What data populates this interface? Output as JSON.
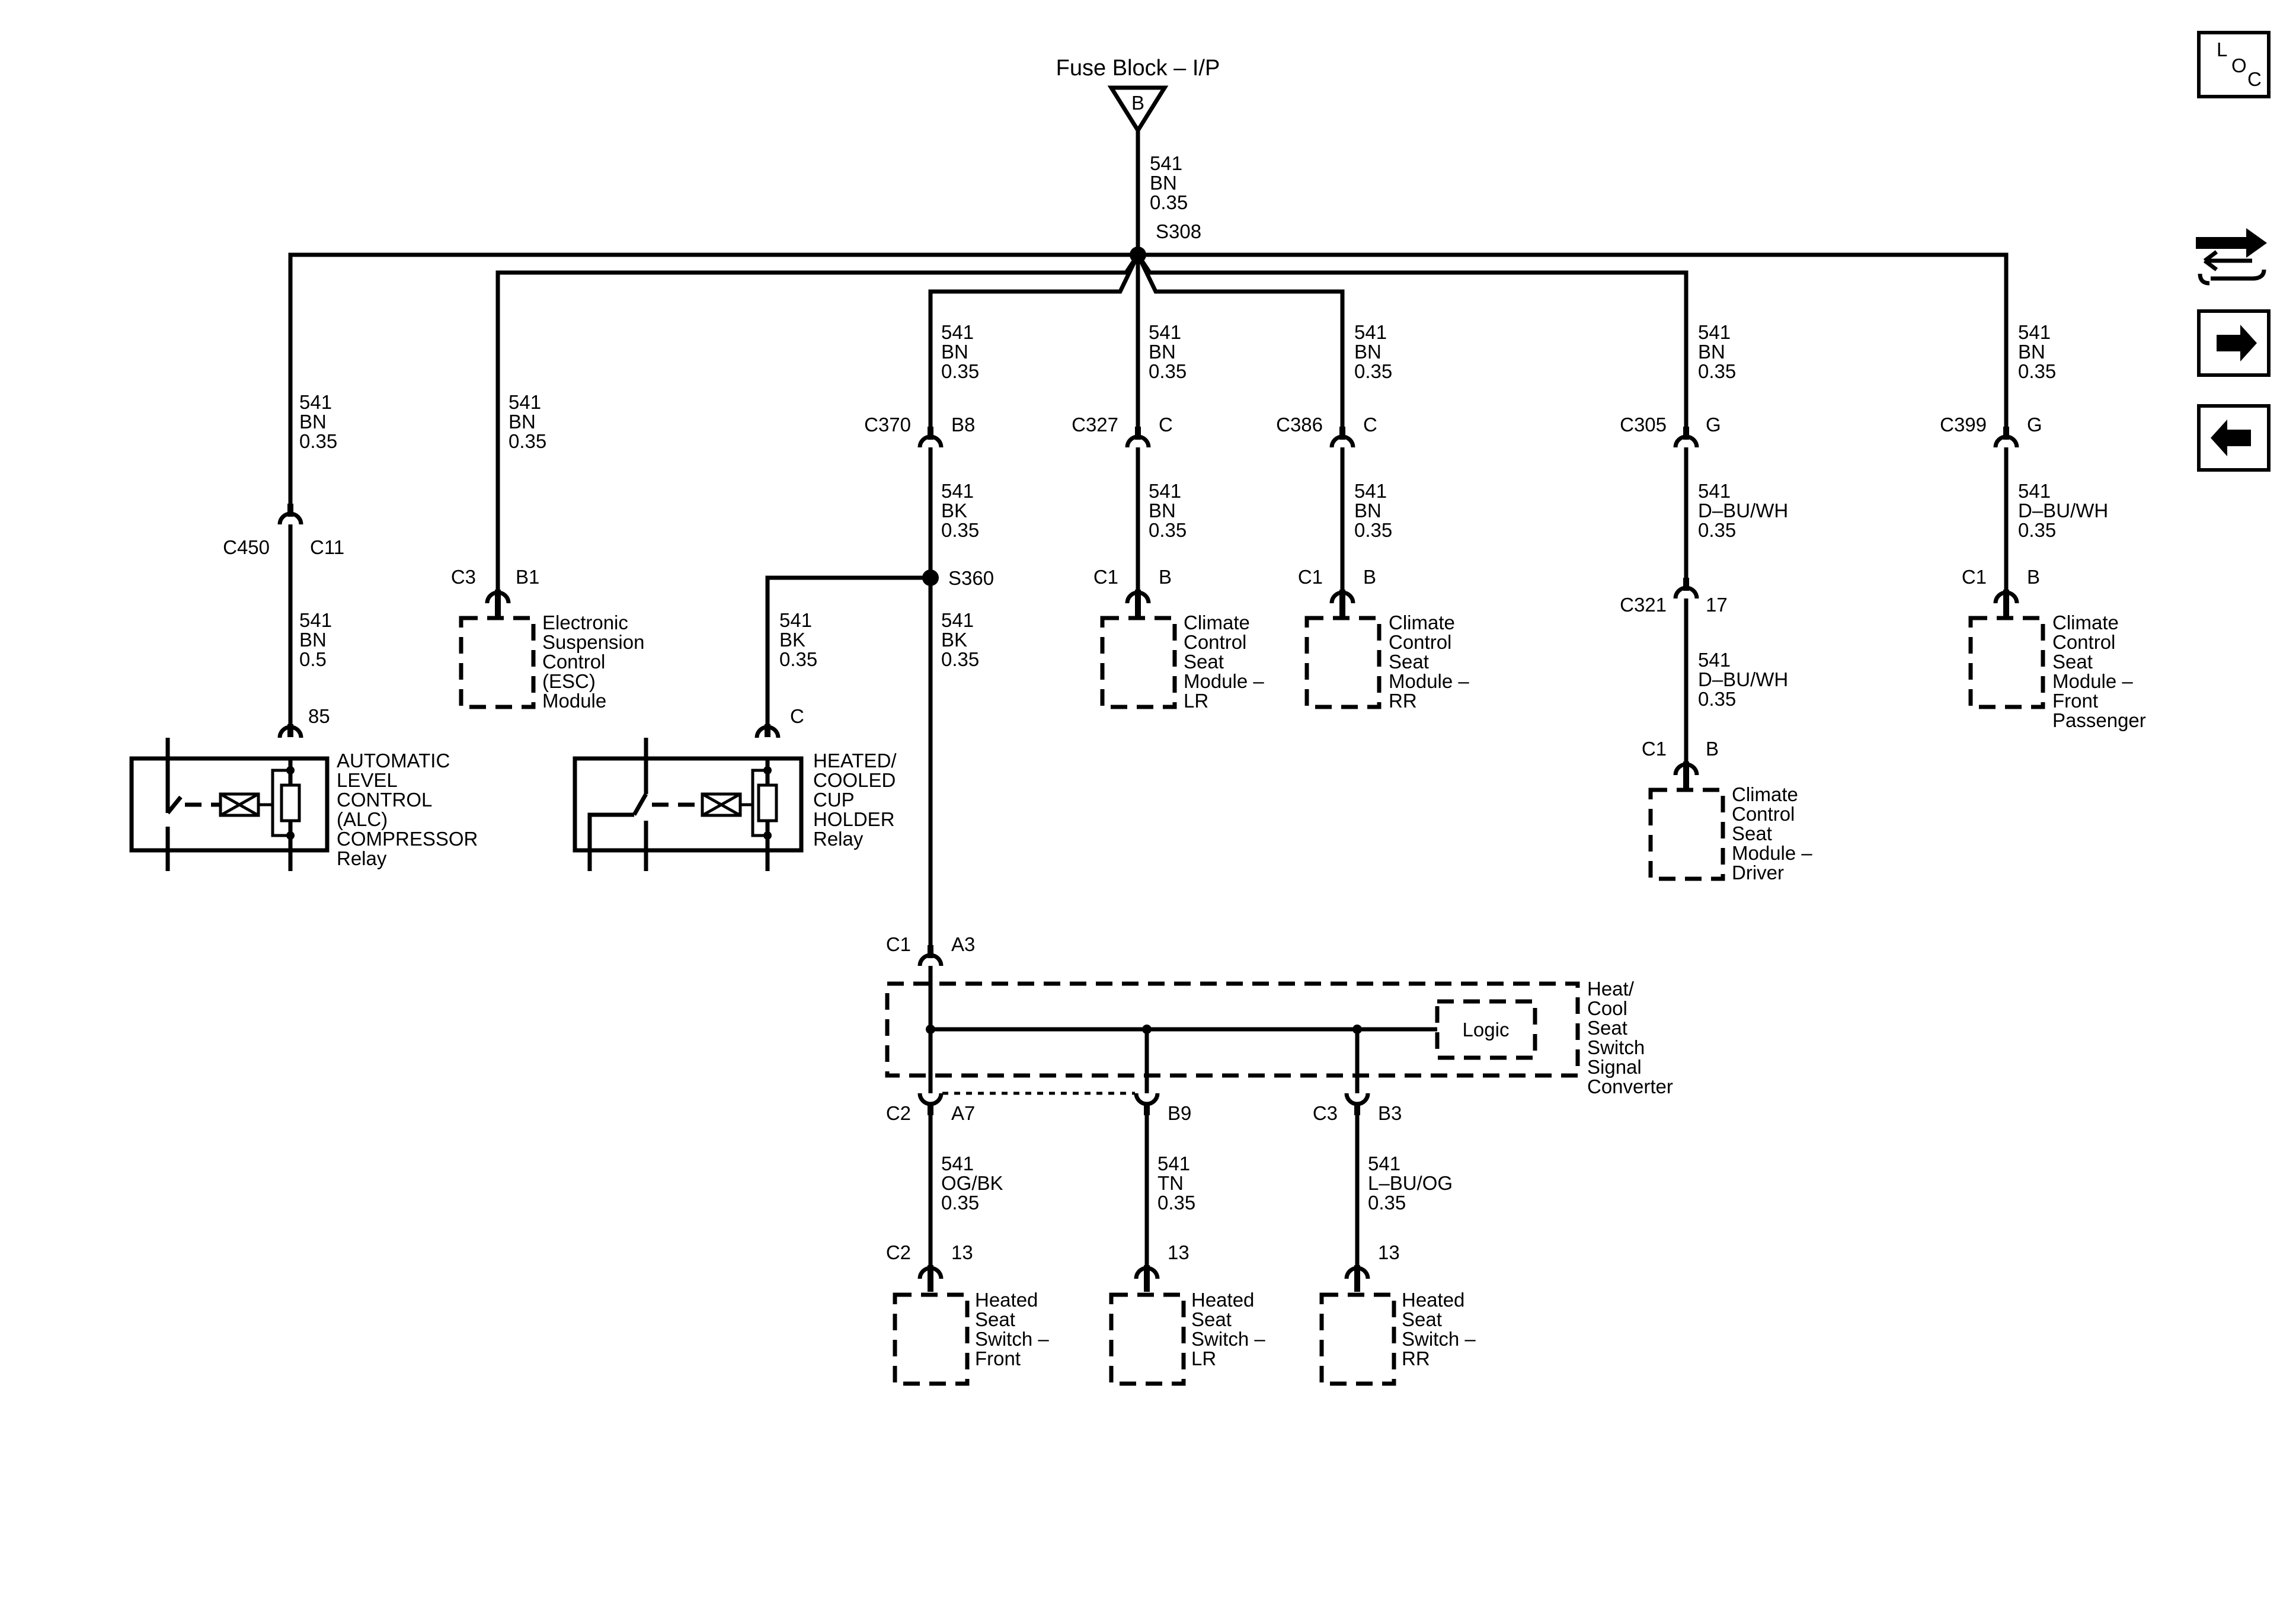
{
  "source": {
    "label": "Fuse Block – I/P",
    "pin": "B"
  },
  "main_wire": {
    "circuit": "541",
    "color": "BN",
    "gauge": "0.35",
    "splice": "S308"
  },
  "nav": {
    "loc_icon": "loc-icon",
    "loc_l": "L",
    "loc_o": "O",
    "loc_c": "C",
    "service_icon": "service-info-icon",
    "next_icon": "arrow-right-icon",
    "prev_icon": "arrow-left-icon"
  },
  "branch1": {
    "w1": {
      "circuit": "541",
      "color": "BN",
      "gauge": "0.35"
    },
    "conn": "C450",
    "pin": "C11",
    "w2": {
      "circuit": "541",
      "color": "BN",
      "gauge": "0.5"
    },
    "relay_pin": "85",
    "relay_label": [
      "AUTOMATIC",
      "LEVEL",
      "CONTROL",
      "(ALC)",
      "COMPRESSOR",
      "Relay"
    ]
  },
  "branch2": {
    "w1": {
      "circuit": "541",
      "color": "BN",
      "gauge": "0.35"
    },
    "conn": "C3",
    "pin": "B1",
    "module": [
      "Electronic",
      "Suspension",
      "Control",
      "(ESC)",
      "Module"
    ]
  },
  "branch3": {
    "w1": {
      "circuit": "541",
      "color": "BN",
      "gauge": "0.35"
    },
    "conn": "C370",
    "pin": "B8",
    "w2": {
      "circuit": "541",
      "color": "BK",
      "gauge": "0.35"
    },
    "splice": "S360",
    "w3": {
      "circuit": "541",
      "color": "BK",
      "gauge": "0.35"
    },
    "w4": {
      "circuit": "541",
      "color": "BK",
      "gauge": "0.35"
    },
    "relay_pin": "C",
    "relay_label": [
      "HEATED/",
      "COOLED",
      "CUP",
      "HOLDER",
      "Relay"
    ]
  },
  "branch4": {
    "w1": {
      "circuit": "541",
      "color": "BN",
      "gauge": "0.35"
    },
    "conn": "C327",
    "pin": "C",
    "w2": {
      "circuit": "541",
      "color": "BN",
      "gauge": "0.35"
    },
    "conn2": "C1",
    "pin2": "B",
    "module": [
      "Climate",
      "Control",
      "Seat",
      "Module –",
      "LR"
    ]
  },
  "branch5": {
    "w1": {
      "circuit": "541",
      "color": "BN",
      "gauge": "0.35"
    },
    "conn": "C386",
    "pin": "C",
    "w2": {
      "circuit": "541",
      "color": "BN",
      "gauge": "0.35"
    },
    "conn2": "C1",
    "pin2": "B",
    "module": [
      "Climate",
      "Control",
      "Seat",
      "Module –",
      "RR"
    ]
  },
  "branch6": {
    "w1": {
      "circuit": "541",
      "color": "BN",
      "gauge": "0.35"
    },
    "conn": "C305",
    "pin": "G",
    "w2": {
      "circuit": "541",
      "color": "D–BU/WH",
      "gauge": "0.35"
    },
    "conn2": "C321",
    "pin2": "17",
    "w3": {
      "circuit": "541",
      "color": "D–BU/WH",
      "gauge": "0.35"
    },
    "conn3": "C1",
    "pin3": "B",
    "module": [
      "Climate",
      "Control",
      "Seat",
      "Module –",
      "Driver"
    ]
  },
  "branch7": {
    "w1": {
      "circuit": "541",
      "color": "BN",
      "gauge": "0.35"
    },
    "conn": "C399",
    "pin": "G",
    "w2": {
      "circuit": "541",
      "color": "D–BU/WH",
      "gauge": "0.35"
    },
    "conn2": "C1",
    "pin2": "B",
    "module": [
      "Climate",
      "Control",
      "Seat",
      "Module –",
      "Front",
      "Passenger"
    ]
  },
  "converter": {
    "conn_in": "C1",
    "pin_in": "A3",
    "logic": "Logic",
    "label": [
      "Heat/",
      "Cool",
      "Seat",
      "Switch",
      "Signal",
      "Converter"
    ],
    "out1": {
      "conn": "C2",
      "pin": "A7",
      "wire": {
        "circuit": "541",
        "color": "OG/BK",
        "gauge": "0.35"
      },
      "sw_conn": "C2",
      "sw_pin": "13",
      "switch": [
        "Heated",
        "Seat",
        "Switch –",
        "Front"
      ]
    },
    "out2": {
      "pin": "B9",
      "wire": {
        "circuit": "541",
        "color": "TN",
        "gauge": "0.35"
      },
      "sw_pin": "13",
      "switch": [
        "Heated",
        "Seat",
        "Switch –",
        "LR"
      ]
    },
    "out3": {
      "conn": "C3",
      "pin": "B3",
      "wire": {
        "circuit": "541",
        "color": "L–BU/OG",
        "gauge": "0.35"
      },
      "sw_pin": "13",
      "switch": [
        "Heated",
        "Seat",
        "Switch –",
        "RR"
      ]
    }
  }
}
